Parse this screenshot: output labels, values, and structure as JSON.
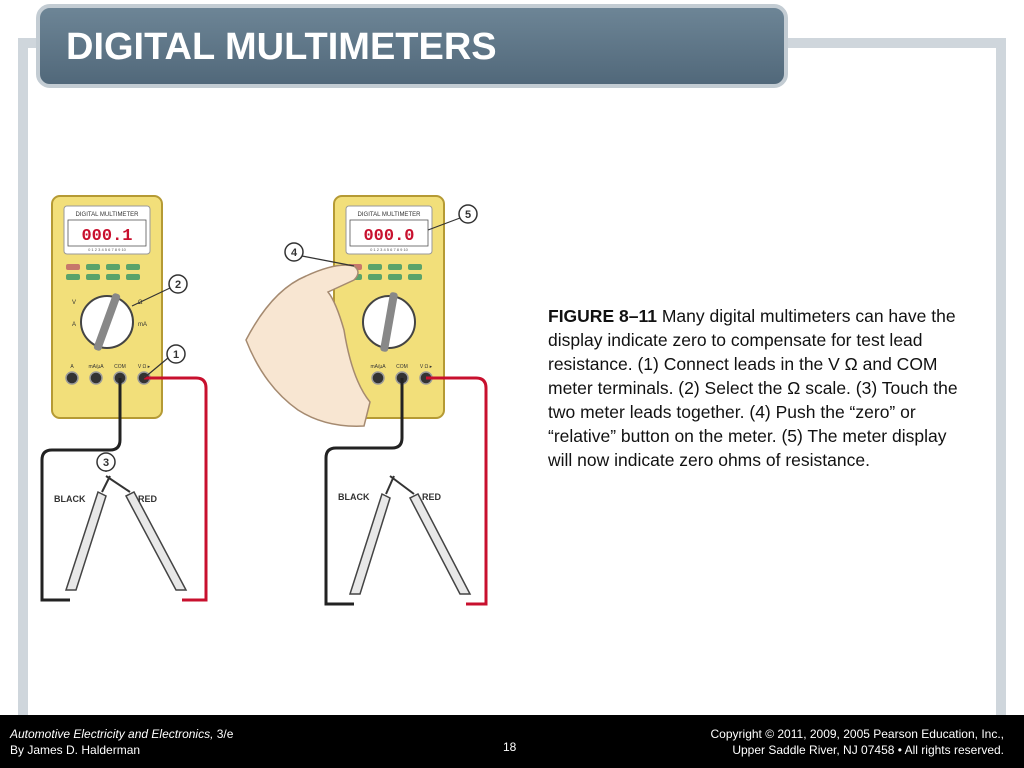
{
  "slide": {
    "title": "DIGITAL MULTIMETERS",
    "page_number": "18"
  },
  "figure": {
    "meter_left": {
      "brand": "DIGITAL MULTIMETER",
      "display": "000.1",
      "scale": "0 1 2 3 4 5 6 7 8 9 10",
      "term_a": "A",
      "term_ma": "mA/µA",
      "term_com": "COM",
      "term_v": "V Ω ▸",
      "dial_label_v": "V",
      "dial_label_ohm": "Ω",
      "dial_label_ma": "mA",
      "dial_label_a": "A"
    },
    "meter_right": {
      "brand": "DIGITAL MULTIMETER",
      "display": "000.0",
      "scale": "0 1 2 3 4 5 6 7 8 9 10",
      "term_ma": "mA/µA",
      "term_com": "COM",
      "term_v": "V Ω ▸"
    },
    "callouts": [
      "1",
      "2",
      "3",
      "4",
      "5"
    ],
    "lead_black": "BLACK",
    "lead_red": "RED"
  },
  "caption": {
    "label": "FIGURE 8–11",
    "text": " Many digital multimeters can have the display indicate zero to compensate for test lead resistance. (1) Connect leads in the V Ω and COM meter terminals. (2) Select the Ω scale. (3) Touch the two meter leads together. (4) Push the “zero” or “relative” button on the meter. (5) The meter display will now indicate zero ohms of resistance."
  },
  "footer": {
    "book_title": "Automotive Electricity and Electronics,",
    "edition": " 3/e",
    "author": "By James D. Halderman",
    "copyright_line1": "Copyright © 2011, 2009, 2005 Pearson Education, Inc.,",
    "copyright_line2": "Upper Saddle River, NJ 07458 • All rights reserved."
  },
  "colors": {
    "title_bar": "#5b7285",
    "meter_body": "#f2df7a",
    "display_red": "#c8102e",
    "red_lead": "#c8102e",
    "black_lead": "#222222",
    "button_green": "#5aa36a"
  }
}
